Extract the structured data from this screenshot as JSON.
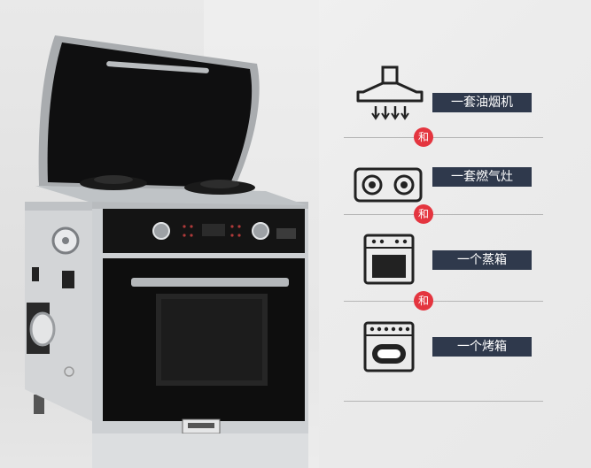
{
  "features": [
    {
      "label": "一套油烟机",
      "icon": "range-hood-icon"
    },
    {
      "label": "一套燃气灶",
      "icon": "gas-stove-icon"
    },
    {
      "label": "一个蒸箱",
      "icon": "steam-oven-icon"
    },
    {
      "label": "一个烤箱",
      "icon": "baking-oven-icon"
    }
  ],
  "connector": "和",
  "colors": {
    "label_bg": "#2f394c",
    "badge": "#e4353f",
    "appliance_body": "#c9cccf",
    "glass": "#121212"
  }
}
